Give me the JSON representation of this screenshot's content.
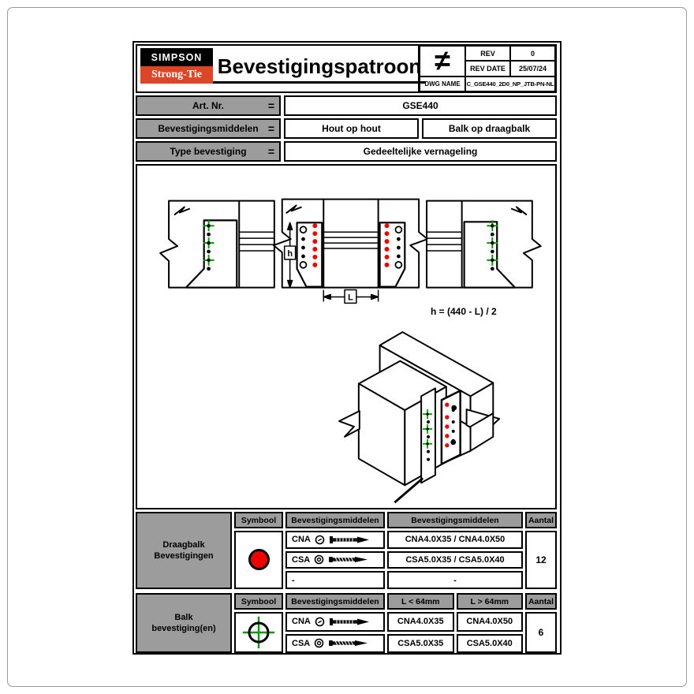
{
  "document": {
    "logo": {
      "line1": "SIMPSON",
      "line2": "Strong-Tie"
    },
    "title": "Bevestigingspatroon",
    "title_block": {
      "neq_symbol": "≠",
      "rev_label": "REV",
      "rev_value": "0",
      "rev_date_label": "REV DATE",
      "rev_date_value": "25/07/24",
      "dwg_name_label": "DWG NAME",
      "dwg_name_value": "C_GSE440_2D0_NP_JTB-PN-NL"
    },
    "equals_sign": "=",
    "info_rows": [
      {
        "label": "Art. Nr.",
        "values": [
          "GSE440"
        ]
      },
      {
        "label": "Bevestigingsmiddelen",
        "values": [
          "Hout op hout",
          "Balk op draagbalk"
        ]
      },
      {
        "label": "Type bevestiging",
        "values": [
          "Gedeeltelijke vernageling"
        ]
      }
    ],
    "drawing": {
      "formula": "h = (440 - L) / 2",
      "dim_h": "h",
      "dim_l": "L"
    },
    "fastener_tables": [
      {
        "row_label": "Draagbalk Bevestigingen",
        "headers": [
          "Symbool",
          "Bevestigingsmiddelen",
          "Bevestigingsmiddelen",
          "Aantal"
        ],
        "symbol": "red-filled-circle",
        "rows": [
          {
            "name": "CNA",
            "type": "nail",
            "value": "CNA4.0X35 / CNA4.0X50"
          },
          {
            "name": "CSA",
            "type": "screw",
            "value": "CSA5.0X35 / CSA5.0X40"
          },
          {
            "name": "-",
            "type": "none",
            "value": "-"
          }
        ],
        "aantal": "12"
      },
      {
        "row_label": "Balk bevestiging(en)",
        "headers": [
          "Symbool",
          "Bevestigingsmiddelen",
          "L < 64mm",
          "L > 64mm",
          "Aantal"
        ],
        "symbol": "green-crosshair-circle",
        "rows": [
          {
            "name": "CNA",
            "type": "nail",
            "values": [
              "CNA4.0X35",
              "CNA4.0X50"
            ]
          },
          {
            "name": "CSA",
            "type": "screw",
            "values": [
              "CSA5.0X35",
              "CSA5.0X40"
            ]
          }
        ],
        "aantal": "6"
      }
    ],
    "colors": {
      "symbol_red": "#f20000",
      "symbol_green": "#009b00",
      "cell_gray": "#9c9c9c",
      "logo_red": "#dc4527"
    }
  }
}
